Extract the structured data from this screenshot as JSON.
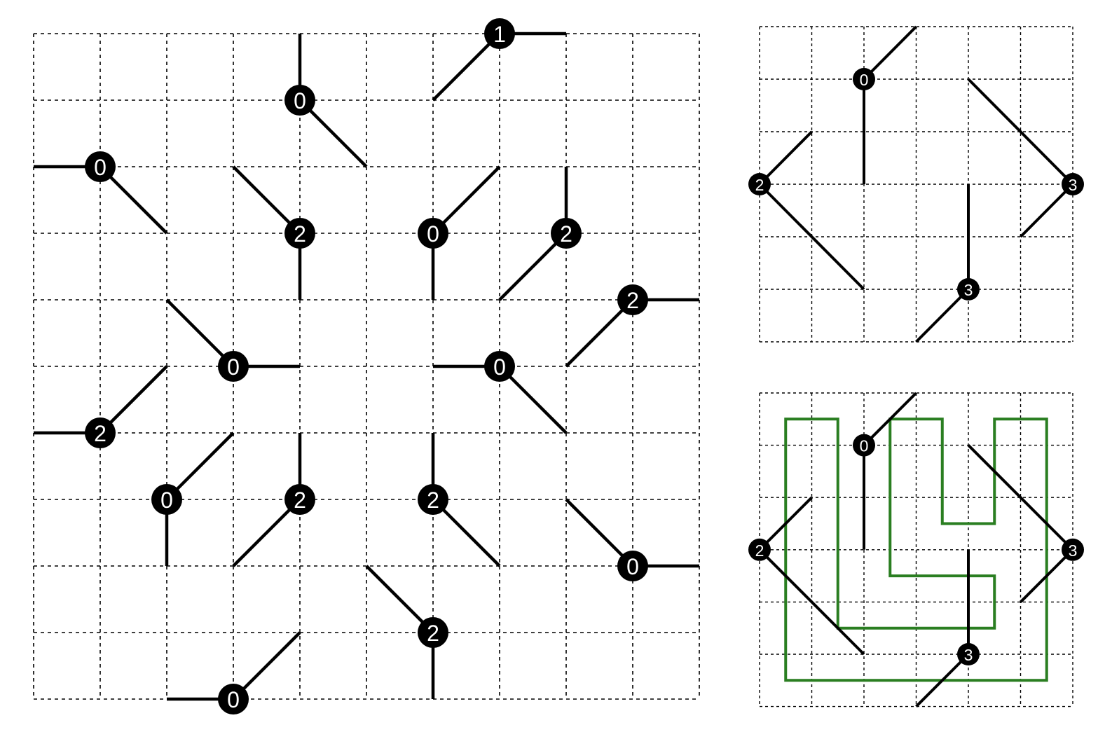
{
  "puzzle": {
    "grid": {
      "cols": 10,
      "rows": 10
    },
    "clues": [
      {
        "x": 7,
        "y": 0,
        "n": "1",
        "arms": [
          [
            1,
            0
          ],
          [
            -1,
            1
          ]
        ]
      },
      {
        "x": 4,
        "y": 1,
        "n": "0",
        "arms": [
          [
            0,
            -1
          ],
          [
            1,
            1
          ]
        ]
      },
      {
        "x": 1,
        "y": 2,
        "n": "0",
        "arms": [
          [
            -1,
            0
          ],
          [
            1,
            1
          ]
        ]
      },
      {
        "x": 4,
        "y": 3,
        "n": "2",
        "arms": [
          [
            -1,
            -1
          ],
          [
            0,
            1
          ]
        ]
      },
      {
        "x": 6,
        "y": 3,
        "n": "0",
        "arms": [
          [
            1,
            -1
          ],
          [
            0,
            1
          ]
        ]
      },
      {
        "x": 8,
        "y": 3,
        "n": "2",
        "arms": [
          [
            0,
            -1
          ],
          [
            -1,
            1
          ]
        ]
      },
      {
        "x": 9,
        "y": 4,
        "n": "2",
        "arms": [
          [
            1,
            0
          ],
          [
            -1,
            1
          ]
        ]
      },
      {
        "x": 3,
        "y": 5,
        "n": "0",
        "arms": [
          [
            -1,
            -1
          ],
          [
            1,
            0
          ]
        ]
      },
      {
        "x": 7,
        "y": 5,
        "n": "0",
        "arms": [
          [
            -1,
            0
          ],
          [
            1,
            1
          ]
        ]
      },
      {
        "x": 1,
        "y": 6,
        "n": "2",
        "arms": [
          [
            -1,
            0
          ],
          [
            1,
            -1
          ]
        ]
      },
      {
        "x": 2,
        "y": 7,
        "n": "0",
        "arms": [
          [
            1,
            -1
          ],
          [
            0,
            1
          ]
        ]
      },
      {
        "x": 4,
        "y": 7,
        "n": "2",
        "arms": [
          [
            0,
            -1
          ],
          [
            -1,
            1
          ]
        ]
      },
      {
        "x": 6,
        "y": 7,
        "n": "2",
        "arms": [
          [
            0,
            -1
          ],
          [
            1,
            1
          ]
        ]
      },
      {
        "x": 9,
        "y": 8,
        "n": "0",
        "arms": [
          [
            -1,
            -1
          ],
          [
            1,
            0
          ]
        ]
      },
      {
        "x": 6,
        "y": 9,
        "n": "2",
        "arms": [
          [
            -1,
            -1
          ],
          [
            0,
            1
          ]
        ]
      },
      {
        "x": 3,
        "y": 10,
        "n": "0",
        "arms": [
          [
            -1,
            0
          ],
          [
            1,
            -1
          ]
        ]
      }
    ]
  },
  "example": {
    "grid": {
      "cols": 6,
      "rows": 6
    },
    "clues": [
      {
        "x": 2,
        "y": 1,
        "n": "0",
        "arms": [
          [
            1,
            -1
          ],
          [
            0,
            2
          ]
        ]
      },
      {
        "x": 0,
        "y": 3,
        "n": "2",
        "arms": [
          [
            1,
            -1
          ],
          [
            2,
            2
          ]
        ]
      },
      {
        "x": 6,
        "y": 3,
        "n": "3",
        "arms": [
          [
            -2,
            -2
          ],
          [
            -1,
            1
          ]
        ]
      },
      {
        "x": 4,
        "y": 5,
        "n": "3",
        "arms": [
          [
            0,
            -2
          ],
          [
            -1,
            1
          ]
        ]
      }
    ],
    "solution_path": [
      [
        0.5,
        0.5
      ],
      [
        1.5,
        0.5
      ],
      [
        1.5,
        4.5
      ],
      [
        4.5,
        4.5
      ],
      [
        4.5,
        3.5
      ],
      [
        2.5,
        3.5
      ],
      [
        2.5,
        0.5
      ],
      [
        3.5,
        0.5
      ],
      [
        3.5,
        2.5
      ],
      [
        4.5,
        2.5
      ],
      [
        4.5,
        0.5
      ],
      [
        5.5,
        0.5
      ],
      [
        5.5,
        5.5
      ],
      [
        0.5,
        5.5
      ]
    ]
  },
  "colors": {
    "grid_line": "#000000",
    "arm": "#000000",
    "clue_fill": "#000000",
    "clue_text": "#ffffff",
    "path": "#2a7e21"
  }
}
